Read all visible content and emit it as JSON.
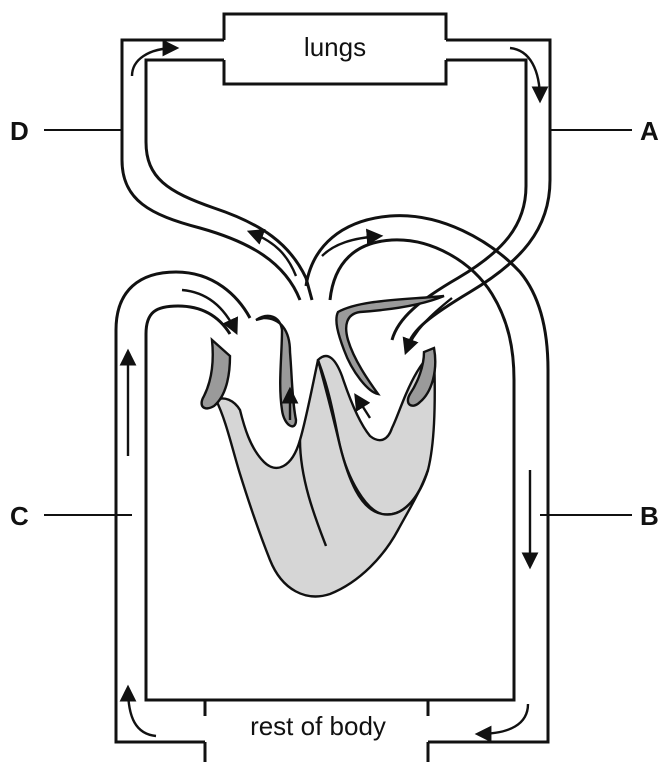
{
  "organs": {
    "top": "lungs",
    "bottom": "rest of body"
  },
  "labels": {
    "A": "A",
    "B": "B",
    "C": "C",
    "D": "D"
  }
}
